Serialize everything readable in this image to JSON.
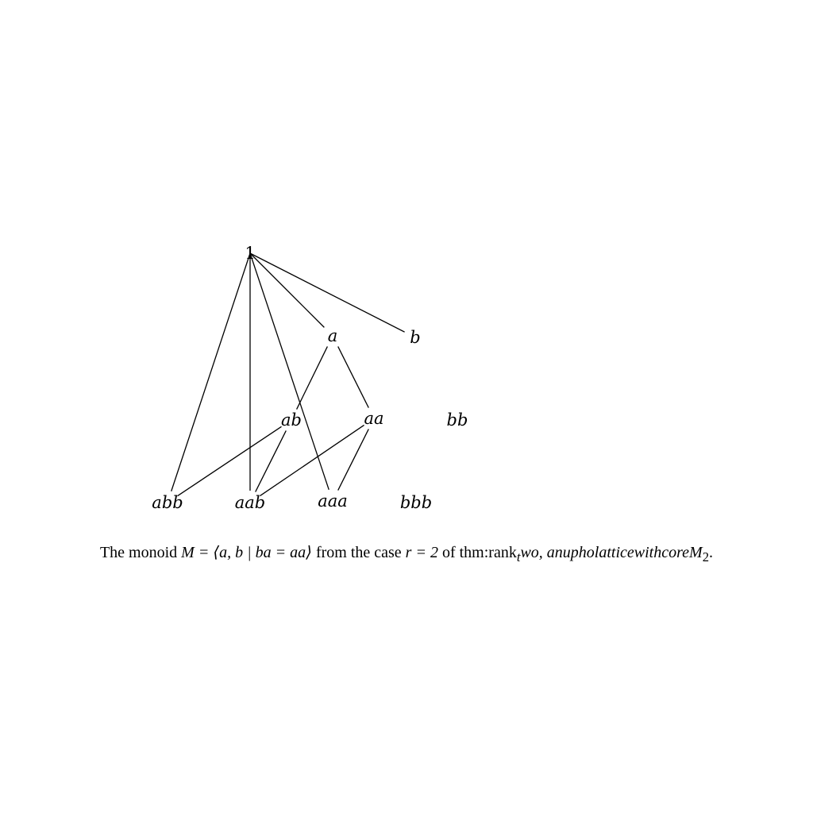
{
  "diagram": {
    "nodes": [
      {
        "id": "1",
        "label": "1"
      },
      {
        "id": "a",
        "label": "a"
      },
      {
        "id": "b",
        "label": "b"
      },
      {
        "id": "ab",
        "label": "ab"
      },
      {
        "id": "aa",
        "label": "aa"
      },
      {
        "id": "bb",
        "label": "bb"
      },
      {
        "id": "abb",
        "label": "abb"
      },
      {
        "id": "aab",
        "label": "aab"
      },
      {
        "id": "aaa",
        "label": "aaa"
      },
      {
        "id": "bbb",
        "label": "bbb"
      }
    ],
    "edges": [
      [
        "1",
        "a"
      ],
      [
        "1",
        "b"
      ],
      [
        "1",
        "abb"
      ],
      [
        "1",
        "aab"
      ],
      [
        "1",
        "aaa"
      ],
      [
        "a",
        "ab"
      ],
      [
        "a",
        "aa"
      ],
      [
        "ab",
        "abb"
      ],
      [
        "ab",
        "aab"
      ],
      [
        "aa",
        "aab"
      ],
      [
        "aa",
        "aaa"
      ]
    ]
  },
  "caption": {
    "prefix": "The monoid ",
    "math1": "M = ⟨a, b | ba = aa⟩",
    "middle": " from the case ",
    "math2": "r = 2",
    "mid2": " of thm:rank",
    "sub_t": "t",
    "math3": "wo, anupholatticewithcoreM",
    "sub_2": "2",
    "end": "."
  }
}
